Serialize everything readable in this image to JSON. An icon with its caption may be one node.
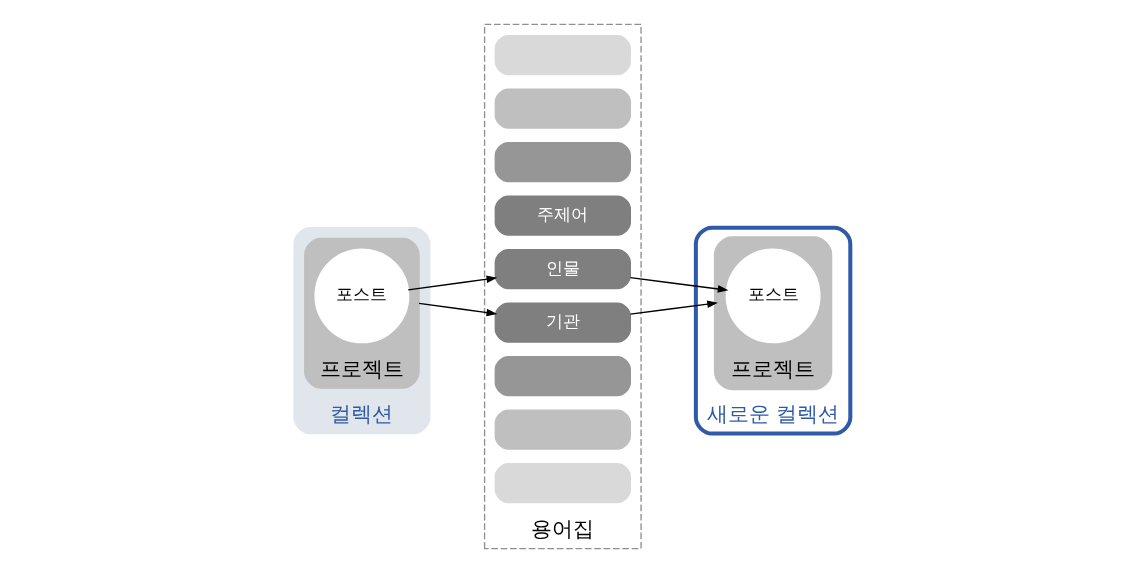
{
  "diagram": {
    "nodes": [
      {
        "text": [
          "컬렉션"
        ]
      },
      {
        "text": [
          "프로젝트"
        ],
        "in": 0
      },
      {
        "text": [
          "포스트"
        ],
        "in": 1
      },
      {
        "text": [
          "용어집"
        ]
      },
      {
        "text": [],
        "shape": "bar",
        "in": 3
      },
      {
        "text": [],
        "shape": "bar",
        "in": 3
      },
      {
        "text": [],
        "shape": "bar",
        "in": 3
      },
      {
        "text": [
          "주제어"
        ],
        "in": 3
      },
      {
        "text": [
          "인물"
        ],
        "in": 3
      },
      {
        "text": [
          "기관"
        ],
        "in": 3
      },
      {
        "text": [],
        "shape": "bar",
        "in": 3
      },
      {
        "text": [],
        "shape": "bar",
        "in": 3
      },
      {
        "text": [],
        "shape": "bar",
        "in": 3
      },
      {
        "text": [
          "새로운 컬렉션"
        ]
      },
      {
        "text": [
          "프로젝트"
        ],
        "in": 13
      },
      {
        "text": [
          "포스트"
        ],
        "in": 14
      }
    ],
    "edges": [
      {
        "from": 2,
        "to": 8,
        "arrow": "to"
      },
      {
        "from": 1,
        "to": 9,
        "arrow": "to"
      },
      {
        "from": 8,
        "to": 15,
        "arrow": "to"
      },
      {
        "from": 9,
        "to": 14,
        "arrow": "to"
      }
    ]
  }
}
